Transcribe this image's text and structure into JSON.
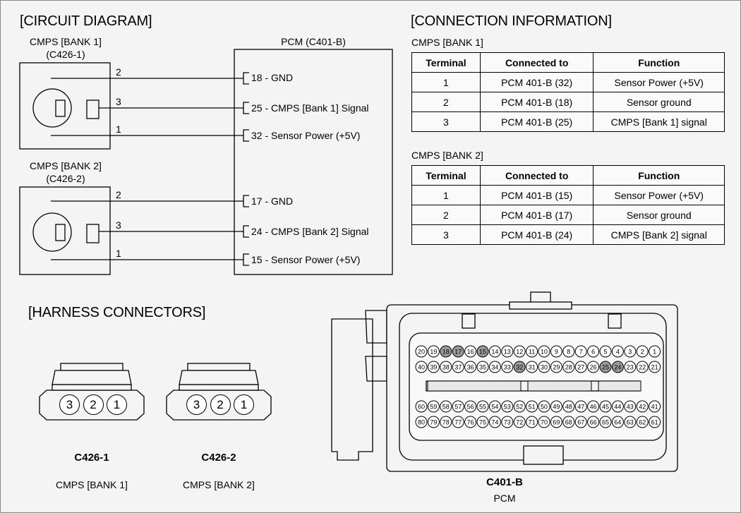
{
  "circuit": {
    "title": "[CIRCUIT DIAGRAM]",
    "bank1": {
      "name": "CMPS [BANK 1]",
      "connector": "(C426-1)",
      "pins": [
        {
          "label": "2",
          "pcm": "18 - GND"
        },
        {
          "label": "3",
          "pcm": "25 -  CMPS [Bank 1] Signal"
        },
        {
          "label": "1",
          "pcm": "32 - Sensor Power (+5V)"
        }
      ]
    },
    "bank2": {
      "name": "CMPS [BANK 2]",
      "connector": "(C426-2)",
      "pins": [
        {
          "label": "2",
          "pcm": "17 - GND"
        },
        {
          "label": "3",
          "pcm": "24 -  CMPS [Bank 2] Signal"
        },
        {
          "label": "1",
          "pcm": "15 - Sensor Power (+5V)"
        }
      ]
    },
    "pcm_title": "PCM (C401-B)"
  },
  "connection": {
    "title": "[CONNECTION INFORMATION]",
    "headers": [
      "Terminal",
      "Connected to",
      "Function"
    ],
    "bank1": {
      "caption": "CMPS [BANK 1]",
      "rows": [
        [
          "1",
          "PCM 401-B (32)",
          "Sensor Power (+5V)"
        ],
        [
          "2",
          "PCM 401-B (18)",
          "Sensor ground"
        ],
        [
          "3",
          "PCM 401-B (25)",
          "CMPS [Bank 1] signal"
        ]
      ]
    },
    "bank2": {
      "caption": "CMPS [BANK 2]",
      "rows": [
        [
          "1",
          "PCM 401-B (15)",
          "Sensor Power (+5V)"
        ],
        [
          "2",
          "PCM 401-B (17)",
          "Sensor ground"
        ],
        [
          "3",
          "PCM 401-B (24)",
          "CMPS [Bank 2] signal"
        ]
      ]
    }
  },
  "harness": {
    "title": "[HARNESS CONNECTORS]",
    "c426_1": {
      "code": "C426-1",
      "desc": "CMPS [BANK 1]",
      "pins": [
        "3",
        "2",
        "1"
      ]
    },
    "c426_2": {
      "code": "C426-2",
      "desc": "CMPS [BANK 2]",
      "pins": [
        "3",
        "2",
        "1"
      ]
    },
    "c401b": {
      "code": "C401-B",
      "desc": "PCM",
      "highlighted_pins": [
        15,
        17,
        18,
        24,
        25,
        32
      ],
      "pin_rows": [
        [
          20,
          19,
          18,
          17,
          16,
          15,
          14,
          13,
          12,
          11,
          10,
          9,
          8,
          7,
          6,
          5,
          4,
          3,
          2,
          1
        ],
        [
          40,
          39,
          38,
          37,
          36,
          35,
          34,
          33,
          32,
          31,
          30,
          29,
          28,
          27,
          26,
          25,
          24,
          23,
          22,
          21
        ],
        [
          60,
          59,
          58,
          57,
          56,
          55,
          54,
          53,
          52,
          51,
          50,
          49,
          48,
          47,
          46,
          45,
          44,
          43,
          42,
          41
        ],
        [
          80,
          79,
          78,
          77,
          76,
          75,
          74,
          73,
          72,
          71,
          70,
          69,
          68,
          67,
          66,
          65,
          64,
          63,
          62,
          61
        ]
      ]
    }
  }
}
